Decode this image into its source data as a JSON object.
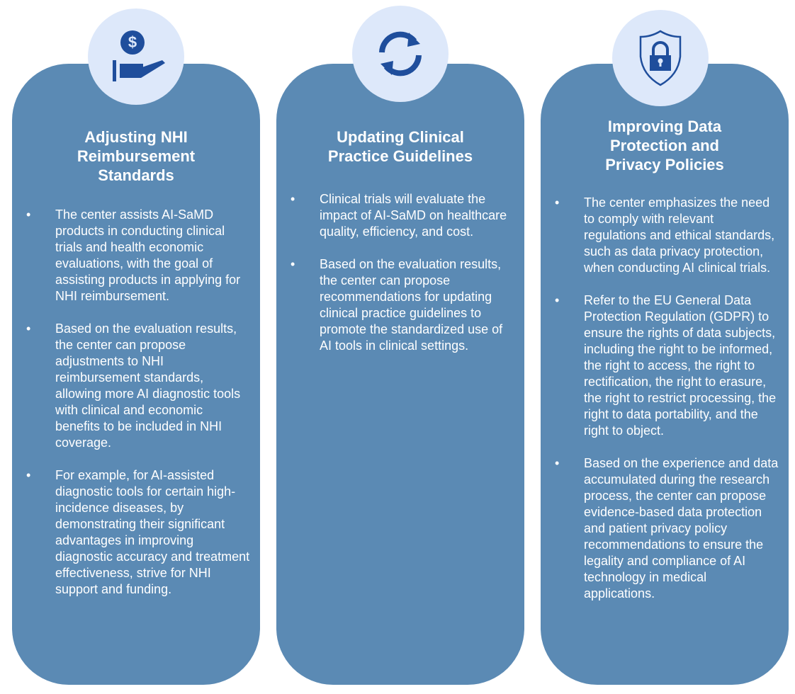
{
  "colors": {
    "card": "#5b8ab4",
    "circle": "#dde8fa",
    "icon": "#1f4e9c"
  },
  "columns": [
    {
      "icon": "hand-dollar-icon",
      "title": "Adjusting NHI Reimbursement Standards",
      "bullets": [
        "The center assists AI-SaMD products in conducting clinical trials and health economic evaluations, with the goal of assisting products in applying for NHI reimbursement.",
        "Based on the evaluation results, the center can propose adjustments to NHI reimbursement standards, allowing more AI diagnostic tools with clinical and economic benefits to be included in NHI coverage.",
        "For example, for AI-assisted diagnostic tools for certain high-incidence diseases, by demonstrating their significant advantages in improving diagnostic accuracy and treatment effectiveness, strive for NHI support and funding."
      ]
    },
    {
      "icon": "refresh-icon",
      "title": "Updating Clinical Practice Guidelines",
      "bullets": [
        "Clinical trials will evaluate the impact of AI-SaMD on healthcare quality, efficiency, and cost.",
        "Based on the evaluation results, the center can propose recommendations for updating clinical practice guidelines to promote the standardized use of AI tools in clinical settings."
      ]
    },
    {
      "icon": "shield-lock-icon",
      "title": "Improving Data Protection and Privacy Policies",
      "bullets": [
        "The center emphasizes the need to comply with relevant regulations and ethical standards, such as data privacy protection, when conducting AI clinical trials.",
        "Refer to the EU General Data Protection Regulation (GDPR) to ensure the rights of data subjects, including the right to be informed, the right to access, the right to rectification, the right to erasure, the right to restrict processing, the right to data portability, and the right to object.",
        "Based on the experience and data accumulated during the research process, the center can propose evidence-based data protection and patient privacy policy recommendations to ensure the legality and compliance of AI technology in medical applications."
      ]
    }
  ],
  "bullet_char": "•"
}
